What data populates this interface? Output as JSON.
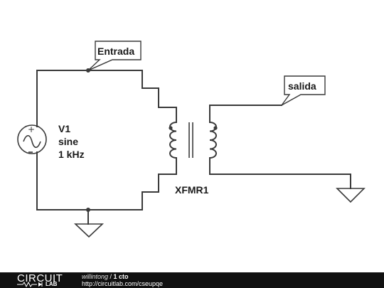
{
  "labels": {
    "entrada": "Entrada",
    "salida": "salida",
    "source_name": "V1",
    "source_type": "sine",
    "source_freq": "1 kHz",
    "transformer": "XFMR1"
  },
  "footer": {
    "logo_main": "CIRCUIT",
    "logo_sub": "LAB",
    "author": "willintong",
    "separator": " / ",
    "title": "1 cto",
    "url": "http://circuitlab.com/cseupqe"
  },
  "colors": {
    "wire": "#3a3a3a",
    "footer_bg": "#111111"
  }
}
